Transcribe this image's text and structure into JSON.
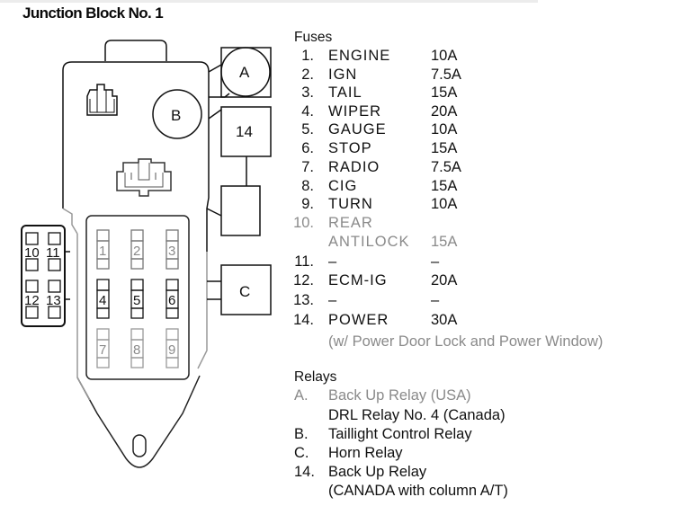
{
  "title": "Junction Block No. 1",
  "diagram": {
    "relays": [
      {
        "id": "A",
        "label": "A",
        "shape": "circle-in-square"
      },
      {
        "id": "B",
        "label": "B",
        "shape": "circle"
      },
      {
        "id": "14",
        "label": "14",
        "shape": "square"
      },
      {
        "id": "C",
        "label": "C",
        "shape": "square"
      },
      {
        "id": "unlabeled",
        "label": "",
        "shape": "square"
      }
    ],
    "fuse_slots": [
      "1",
      "2",
      "3",
      "4",
      "5",
      "6",
      "7",
      "8",
      "9"
    ],
    "side_fuse_slots": [
      "10",
      "11",
      "12",
      "13"
    ]
  },
  "fuses": {
    "heading": "Fuses",
    "items": [
      {
        "num": "1.",
        "name": "ENGINE",
        "amp": "10A"
      },
      {
        "num": "2.",
        "name": "IGN",
        "amp": "7.5A"
      },
      {
        "num": "3.",
        "name": "TAIL",
        "amp": "15A"
      },
      {
        "num": "4.",
        "name": "WIPER",
        "amp": "20A"
      },
      {
        "num": "5.",
        "name": "GAUGE",
        "amp": "10A"
      },
      {
        "num": "6.",
        "name": "STOP",
        "amp": "15A"
      },
      {
        "num": "7.",
        "name": "RADIO",
        "amp": "7.5A"
      },
      {
        "num": "8.",
        "name": "CIG",
        "amp": "15A"
      },
      {
        "num": "9.",
        "name": "TURN",
        "amp": "10A"
      },
      {
        "num": "10.",
        "name": "REAR",
        "amp": ""
      },
      {
        "num": "",
        "name": "ANTILOCK",
        "amp": "15A"
      },
      {
        "num": "11.",
        "name": "–",
        "amp": "–"
      },
      {
        "num": "12.",
        "name": "ECM-IG",
        "amp": "20A"
      },
      {
        "num": "13.",
        "name": "–",
        "amp": "–"
      },
      {
        "num": "14.",
        "name": "POWER",
        "amp": "30A"
      }
    ],
    "note": "(w/ Power Door Lock and Power Window)"
  },
  "relays": {
    "heading": "Relays",
    "items": [
      {
        "num": "A.",
        "name": "Back Up Relay (USA)"
      },
      {
        "num": "",
        "name": "DRL Relay No. 4 (Canada)"
      },
      {
        "num": "B.",
        "name": "Taillight Control Relay"
      },
      {
        "num": "C.",
        "name": "Horn Relay"
      },
      {
        "num": "14.",
        "name": "Back Up Relay"
      },
      {
        "num": "",
        "name": "(CANADA with column A/T)"
      }
    ]
  }
}
